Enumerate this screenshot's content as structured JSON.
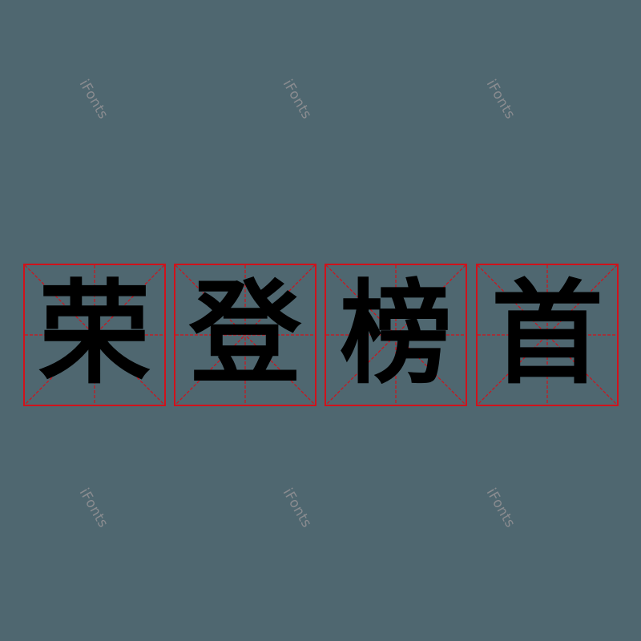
{
  "watermark": {
    "text": "iFonts",
    "color": "#8a8c90"
  },
  "grid_color": "#d0121b",
  "characters": [
    {
      "char": "荣"
    },
    {
      "char": "登"
    },
    {
      "char": "榜"
    },
    {
      "char": "首"
    }
  ]
}
